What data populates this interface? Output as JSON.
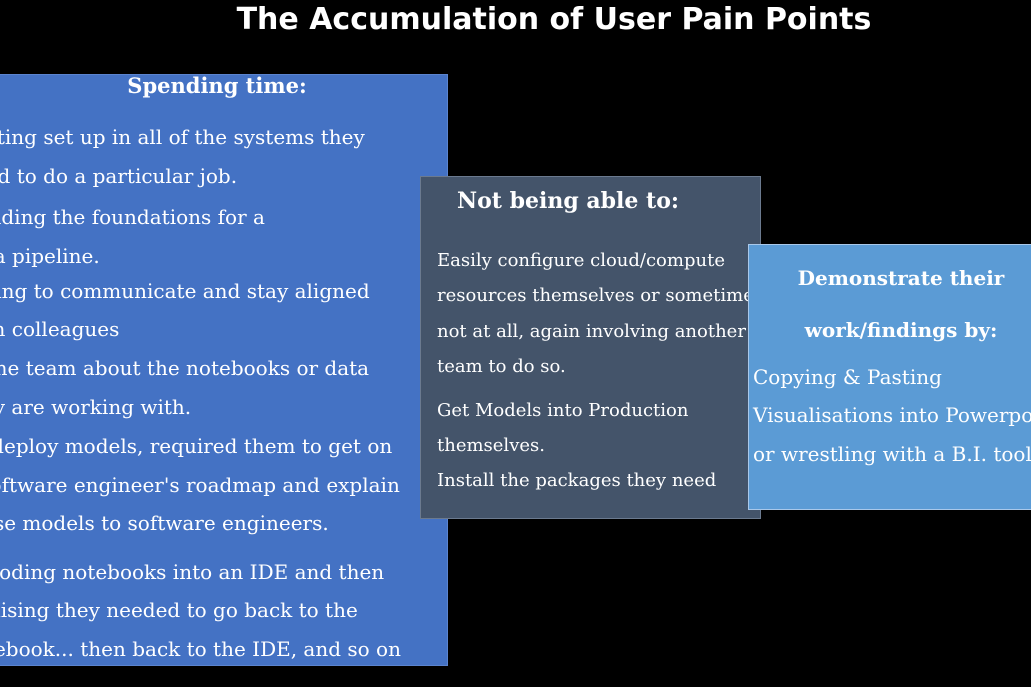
{
  "title": "The Accumulation of User Pain Points",
  "cards": {
    "spending": {
      "heading": "Spending time:",
      "lines": [
        "Getting set up in all of the systems they",
        "need to do a particular job.",
        "Building the foundations for a",
        "data pipeline.",
        "Trying to communicate and stay aligned",
        "with colleagues",
        "in the team about the notebooks or data",
        "they are working with.",
        "To deploy models, required them to get on",
        "a software engineer's roadmap and explain",
        "those models to software engineers.",
        "Recoding notebooks into an IDE and then",
        "realising they needed to go back to the",
        "notebook... then back to the IDE, and so on"
      ]
    },
    "not_able": {
      "heading": "Not being able to:",
      "lines": [
        "Easily configure cloud/compute",
        "resources themselves or sometimes",
        "not at all, again involving another",
        "team to do so.",
        "Get Models into Production",
        "themselves.",
        "Install the packages they need"
      ]
    },
    "demonstrate": {
      "heading_line1": "Demonstrate their",
      "heading_line2": "work/findings by:",
      "lines": [
        "Copying & Pasting",
        "Visualisations into Powerpoint",
        "or wrestling with a B.I. tool."
      ]
    }
  },
  "colors": {
    "background": "#000000",
    "spending_card": "#4472c4",
    "not_able_card": "#44546a",
    "demonstrate_card": "#5b9bd5",
    "text": "#ffffff"
  }
}
